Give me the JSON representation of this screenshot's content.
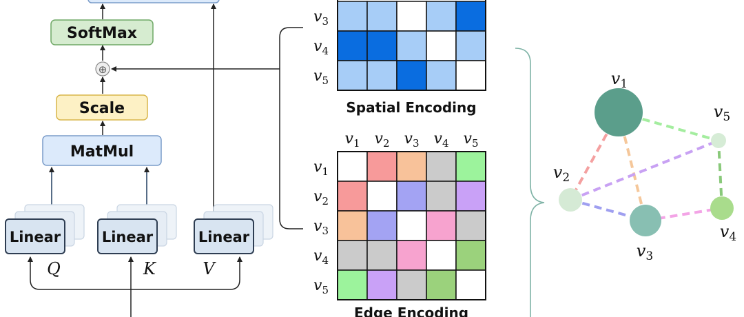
{
  "attention": {
    "softmax_label": "SoftMax",
    "scale_label": "Scale",
    "matmul_label": "MatMul",
    "add_symbol": "⊕",
    "linear_labels": [
      "Linear",
      "Linear",
      "Linear"
    ],
    "input_labels": [
      "Q",
      "K",
      "V"
    ]
  },
  "spatial": {
    "caption": "Spatial Encoding",
    "row_labels": [
      "v3",
      "v4",
      "v5"
    ],
    "cells": [
      [
        "#a7cdf7",
        "#a7cdf7",
        "#ffffff",
        "#a7cdf7",
        "#0a6de0"
      ],
      [
        "#0a6de0",
        "#0a6de0",
        "#a7cdf7",
        "#ffffff",
        "#a7cdf7"
      ],
      [
        "#a7cdf7",
        "#a7cdf7",
        "#0a6de0",
        "#a7cdf7",
        "#ffffff"
      ]
    ]
  },
  "edge": {
    "caption": "Edge Encoding",
    "col_labels": [
      "v1",
      "v2",
      "v3",
      "v4",
      "v5"
    ],
    "row_labels": [
      "v1",
      "v2",
      "v3",
      "v4",
      "v5"
    ],
    "cells": [
      [
        "#ffffff",
        "#f79a9a",
        "#f8c29a",
        "#cbcbcb",
        "#9cf39c"
      ],
      [
        "#f79a9a",
        "#ffffff",
        "#a3a3f3",
        "#cbcbcb",
        "#c9a1f7"
      ],
      [
        "#f8c29a",
        "#a3a3f3",
        "#ffffff",
        "#f7a3cf",
        "#cbcbcb"
      ],
      [
        "#cbcbcb",
        "#cbcbcb",
        "#f7a3cf",
        "#ffffff",
        "#9bd27c"
      ],
      [
        "#9cf39c",
        "#c9a1f7",
        "#cbcbcb",
        "#9bd27c",
        "#ffffff"
      ]
    ]
  },
  "graph": {
    "nodes": [
      {
        "label": "v1",
        "color": "#5b9e8b"
      },
      {
        "label": "v2",
        "color": "#d5ead5"
      },
      {
        "label": "v3",
        "color": "#88bfb2"
      },
      {
        "label": "v4",
        "color": "#a9dc8c"
      },
      {
        "label": "v5",
        "color": "#d6ecd6"
      }
    ],
    "edges": [
      {
        "from": "v1",
        "to": "v2",
        "color": "#f4a0a0"
      },
      {
        "from": "v1",
        "to": "v3",
        "color": "#f5c79a"
      },
      {
        "from": "v1",
        "to": "v5",
        "color": "#a4ed9f"
      },
      {
        "from": "v2",
        "to": "v5",
        "color": "#c8a1f3"
      },
      {
        "from": "v2",
        "to": "v3",
        "color": "#9f9ff0"
      },
      {
        "from": "v3",
        "to": "v4",
        "color": "#f3a4e6"
      },
      {
        "from": "v4",
        "to": "v5",
        "color": "#89c97a"
      }
    ]
  }
}
